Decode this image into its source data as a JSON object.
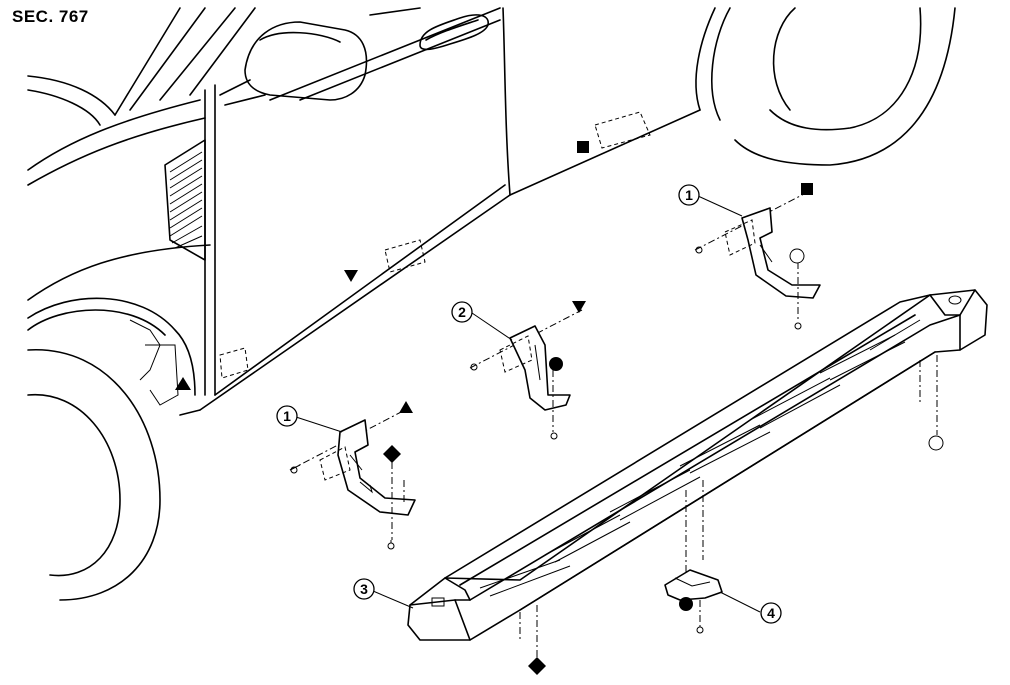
{
  "section_label": "SEC. 767",
  "callouts": [
    {
      "id": "callout-1-rear",
      "number": "1"
    },
    {
      "id": "callout-2-center",
      "number": "2"
    },
    {
      "id": "callout-1-front",
      "number": "1"
    },
    {
      "id": "callout-3-step-board",
      "number": "3"
    },
    {
      "id": "callout-4-bracket",
      "number": "4"
    }
  ],
  "symbols": [
    "square",
    "triangle-down",
    "triangle-up",
    "circle-filled",
    "circle-open",
    "diamond"
  ]
}
